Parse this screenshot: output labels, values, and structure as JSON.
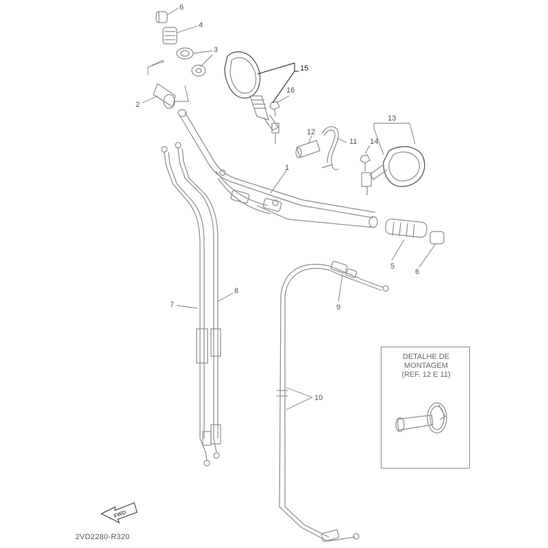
{
  "diagram": {
    "callouts": [
      {
        "id": "1",
        "label": "1"
      },
      {
        "id": "2",
        "label": "2"
      },
      {
        "id": "3",
        "label": "3"
      },
      {
        "id": "4",
        "label": "4"
      },
      {
        "id": "5",
        "label": "5"
      },
      {
        "id": "6a",
        "label": "6"
      },
      {
        "id": "6b",
        "label": "6"
      },
      {
        "id": "7",
        "label": "7"
      },
      {
        "id": "8",
        "label": "8"
      },
      {
        "id": "9",
        "label": "9"
      },
      {
        "id": "10",
        "label": "10"
      },
      {
        "id": "11",
        "label": "11"
      },
      {
        "id": "12",
        "label": "12"
      },
      {
        "id": "13",
        "label": "13"
      },
      {
        "id": "14",
        "label": "14"
      },
      {
        "id": "15",
        "label": "15"
      },
      {
        "id": "16",
        "label": "16"
      }
    ],
    "detail_box": {
      "title_lines": [
        "DETALHE DE",
        "MONTAGEM",
        "(REF. 12 E 11)"
      ]
    },
    "fwd_arrow": {
      "label": "FWD"
    },
    "drawing_code": "2VD2280-R320"
  },
  "colors": {
    "line": "#8a8a8a",
    "dark_line": "#555555",
    "text": "#555555",
    "background": "#ffffff"
  }
}
